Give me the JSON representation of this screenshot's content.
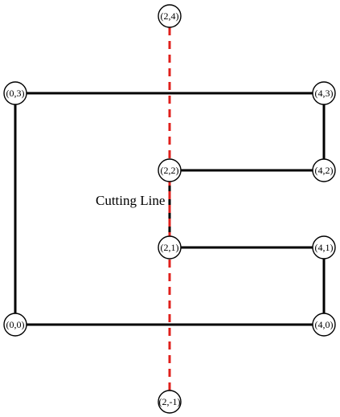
{
  "diagram": {
    "nodes": [
      {
        "id": "n24",
        "label": "(2,4)",
        "x": 2,
        "y": 4
      },
      {
        "id": "n03",
        "label": "(0,3)",
        "x": 0,
        "y": 3
      },
      {
        "id": "n43",
        "label": "(4,3)",
        "x": 4,
        "y": 3
      },
      {
        "id": "n22",
        "label": "(2,2)",
        "x": 2,
        "y": 2
      },
      {
        "id": "n42",
        "label": "(4,2)",
        "x": 4,
        "y": 2
      },
      {
        "id": "n21",
        "label": "(2,1)",
        "x": 2,
        "y": 1
      },
      {
        "id": "n41",
        "label": "(4,1)",
        "x": 4,
        "y": 1
      },
      {
        "id": "n00",
        "label": "(0,0)",
        "x": 0,
        "y": 0
      },
      {
        "id": "n40",
        "label": "(4,0)",
        "x": 4,
        "y": 0
      },
      {
        "id": "n2m1",
        "label": "(2,-1)",
        "x": 2,
        "y": -1
      }
    ],
    "edges": [
      {
        "from": "n03",
        "to": "n43"
      },
      {
        "from": "n43",
        "to": "n42"
      },
      {
        "from": "n42",
        "to": "n22"
      },
      {
        "from": "n22",
        "to": "n21"
      },
      {
        "from": "n21",
        "to": "n41"
      },
      {
        "from": "n41",
        "to": "n40"
      },
      {
        "from": "n40",
        "to": "n00"
      },
      {
        "from": "n00",
        "to": "n03"
      }
    ],
    "cutting_line": {
      "label": "Cutting Line",
      "from": "n24",
      "to": "n2m1",
      "color": "#e0201c",
      "style": "dashed"
    }
  }
}
